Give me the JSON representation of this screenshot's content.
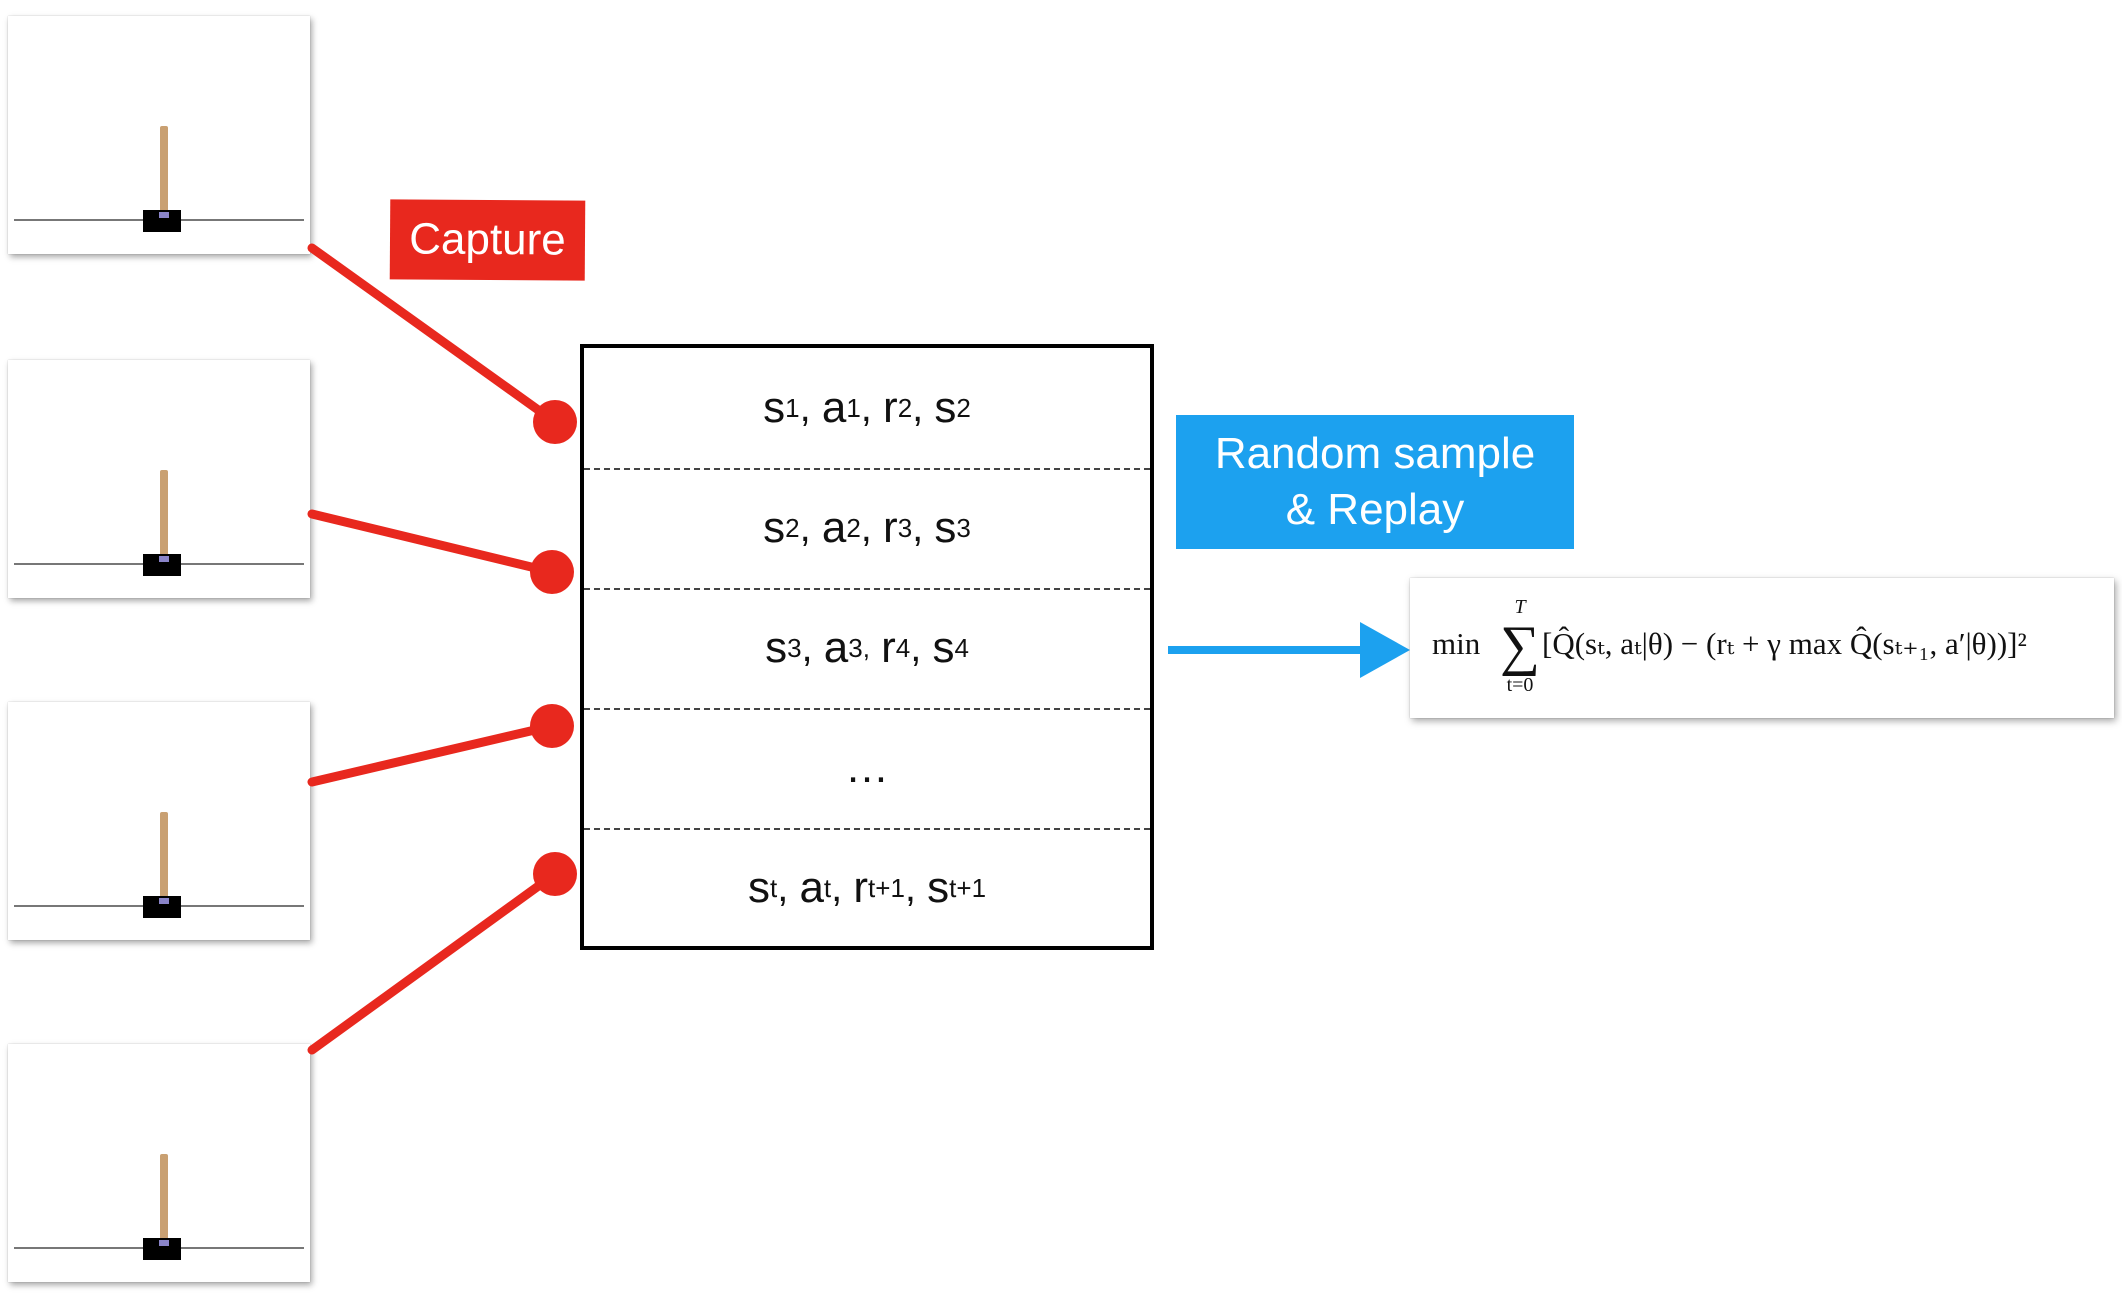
{
  "labels": {
    "capture": "Capture",
    "replay_line1": "Random sample",
    "replay_line2": "& Replay"
  },
  "buffer": {
    "rows": [
      {
        "s": "s",
        "s_sub": "1",
        "a": "a",
        "a_sub": "1",
        "r": "r",
        "r_sub": "2",
        "s2": "s",
        "s2_sub": "2"
      },
      {
        "s": "s",
        "s_sub": "2",
        "a": "a",
        "a_sub": "2",
        "r": "r",
        "r_sub": "3",
        "s2": "s",
        "s2_sub": "3"
      },
      {
        "s": "s",
        "s_sub": "3",
        "a": "a",
        "a_sub": "3,",
        "r": "r",
        "r_sub": "4",
        "s2": "s",
        "s2_sub": "4"
      },
      {
        "ellipsis": "…"
      },
      {
        "s": "s",
        "s_sub": "t",
        "a": "a",
        "a_sub": "t",
        "r": "r",
        "r_sub": "t+1",
        "s2": "s",
        "s2_sub": "t+1"
      }
    ]
  },
  "formula": {
    "min": "min",
    "sum_upper": "T",
    "sum_symbol": "∑",
    "sum_lower": "t=0",
    "body": "[Q̂(sₜ, aₜ|θ) − (rₜ + γ max Q̂(sₜ₊₁, a′|θ))]²"
  },
  "colors": {
    "capture": "#e8281e",
    "replay": "#1ca1ef",
    "pole": "#c9a072",
    "cart": "#000000"
  },
  "icons": [
    "cartpole-frame",
    "wire-dot",
    "arrow-right"
  ]
}
